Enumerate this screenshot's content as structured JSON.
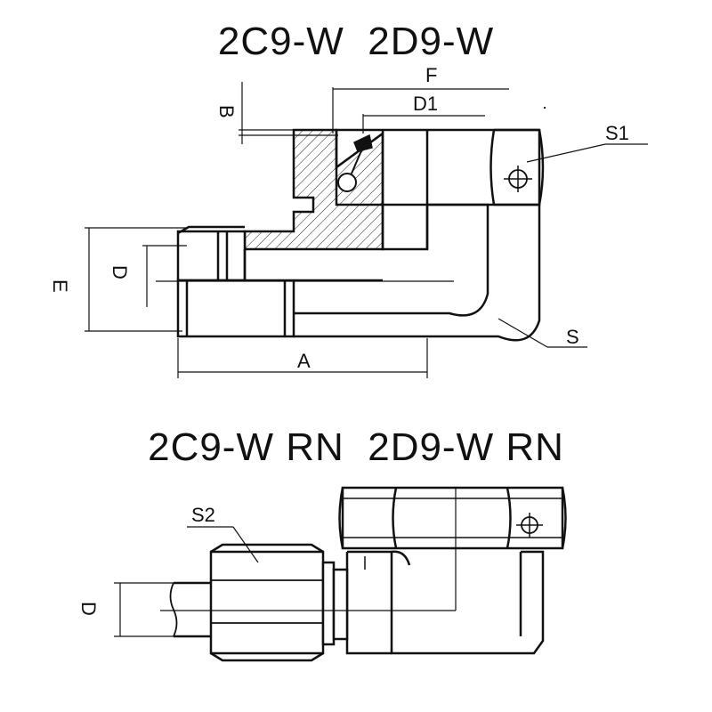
{
  "titles": {
    "top": "2C9-W  2D9-W",
    "bottom": "2C9-W RN  2D9-W RN"
  },
  "dimension_labels": {
    "F": "F",
    "D1": "D1",
    "B": "B",
    "S1": "S1",
    "E": "E",
    "D_top": "D",
    "A": "A",
    "S": "S",
    "S2": "S2",
    "D_bottom": "D"
  }
}
